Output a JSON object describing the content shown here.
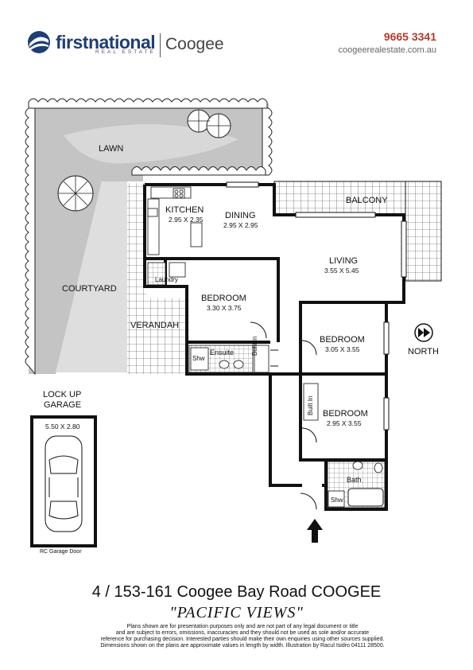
{
  "header": {
    "brand_name": "firstnational",
    "brand_tagline": "REAL ESTATE",
    "office": "Coogee",
    "phone": "9665 3341",
    "website": "coogeerealestate.com.au"
  },
  "rooms": {
    "lawn": "LAWN",
    "kitchen": "KITCHEN",
    "kitchen_dim": "2.95 X 2.35",
    "dining": "DINING",
    "dining_dim": "2.95 X 2.95",
    "balcony": "BALCONY",
    "living": "LIVING",
    "living_dim": "3.55 X 5.45",
    "courtyard": "COURTYARD",
    "laundry": "Laundry",
    "bedroom1": "BEDROOM",
    "bedroom1_dim": "3.30 X 3.75",
    "verandah": "VERANDAH",
    "ensuite": "Ensuite",
    "shw1": "Shw",
    "builtin1": "Built In",
    "bedroom2": "BEDROOM",
    "bedroom2_dim": "3.05 X 3.55",
    "north": "NORTH",
    "builtin2": "Built In",
    "bedroom3": "BEDROOM",
    "bedroom3_dim": "2.95 X 3.55",
    "bath": "Bath",
    "shw2": "Shw",
    "garage_line1": "LOCK UP",
    "garage_line2": "GARAGE",
    "garage_dim": "5.50 X 2.80",
    "garage_door": "RC Garage Door"
  },
  "footer": {
    "address": "4 / 153-161  Coogee Bay Road  COOGEE",
    "tagline": "\"PACIFIC VIEWS\"",
    "disclaimer": [
      "Plans shown are for presentation purposes only and are not part of any legal document or title",
      "and are subject to errors, omissions, inaccuracies and they should not be used as sole and/or accurate",
      "reference for purchasing decision. Interested parties should make their own enquiries using other sources supplied.",
      "Dimensions shown on the plans are approximate values in length by width. Illustration by Racul Isidro  04111 28500."
    ]
  },
  "colors": {
    "brand_blue": "#1f3e73",
    "phone_red": "#b53a2b",
    "lawn_grey": "#c8c8c8",
    "courtyard_grey": "#d9d9d9"
  }
}
